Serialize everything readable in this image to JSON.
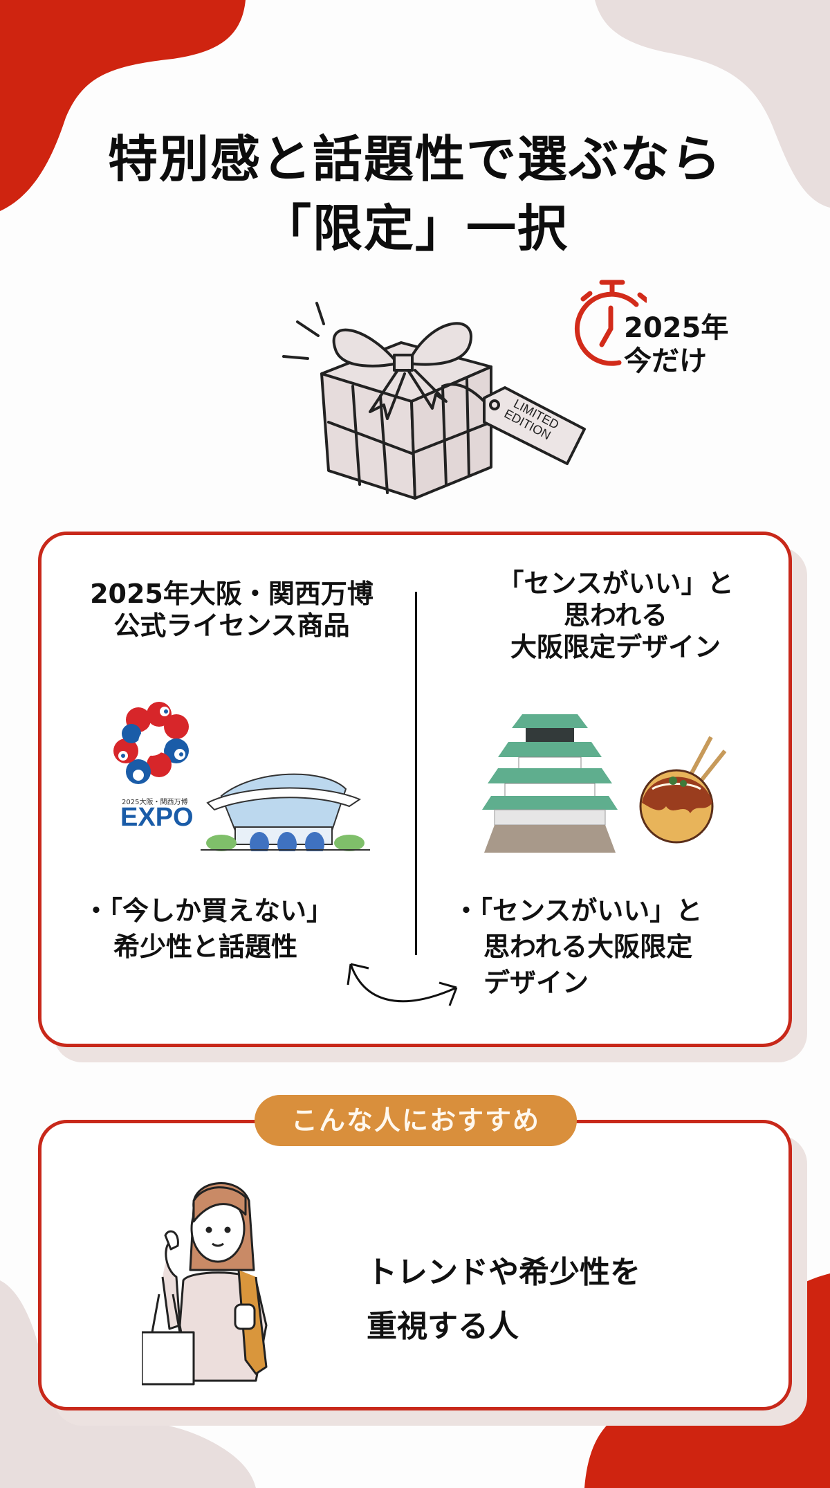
{
  "colors": {
    "accent_red": "#c8281a",
    "blob_red": "#cf2410",
    "blob_beige": "#e8dedd",
    "badge_orange": "#d98f3c",
    "card_shadow": "#ece2e0"
  },
  "header": {
    "title_line1": "特別感と話題性で選ぶなら",
    "title_line2": "「限定」一択"
  },
  "hero": {
    "gift_tag_line1": "LIMITED",
    "gift_tag_line2": "EDITION",
    "timer_line1": "2025年",
    "timer_line2": "今だけ",
    "icons": [
      "gift-box-icon",
      "stopwatch-icon"
    ]
  },
  "comparison": {
    "left": {
      "heading_line1": "2025年大阪・関西万博",
      "heading_line2": "公式ライセンス商品",
      "logo_caption": "2025大阪・関西万博",
      "logo_text": "EXPO",
      "bullet_line1": "・「今しか買えない」",
      "bullet_line2": "希少性と話題性",
      "icons": [
        "expo-logo-icon",
        "pavilion-building-icon"
      ]
    },
    "right": {
      "heading_line1": "「センスがいい」と",
      "heading_line2": "思われる",
      "heading_line3": "大阪限定デザイン",
      "bullet_line1": "・「センスがいい」と",
      "bullet_line2": "思われる大阪限定",
      "bullet_line3": "デザイン",
      "icons": [
        "osaka-castle-icon",
        "takoyaki-icon"
      ]
    }
  },
  "recommend": {
    "badge": "こんな人におすすめ",
    "text_line1": "トレンドや希少性を",
    "text_line2": "重視する人",
    "icons": [
      "shopper-woman-icon"
    ]
  }
}
